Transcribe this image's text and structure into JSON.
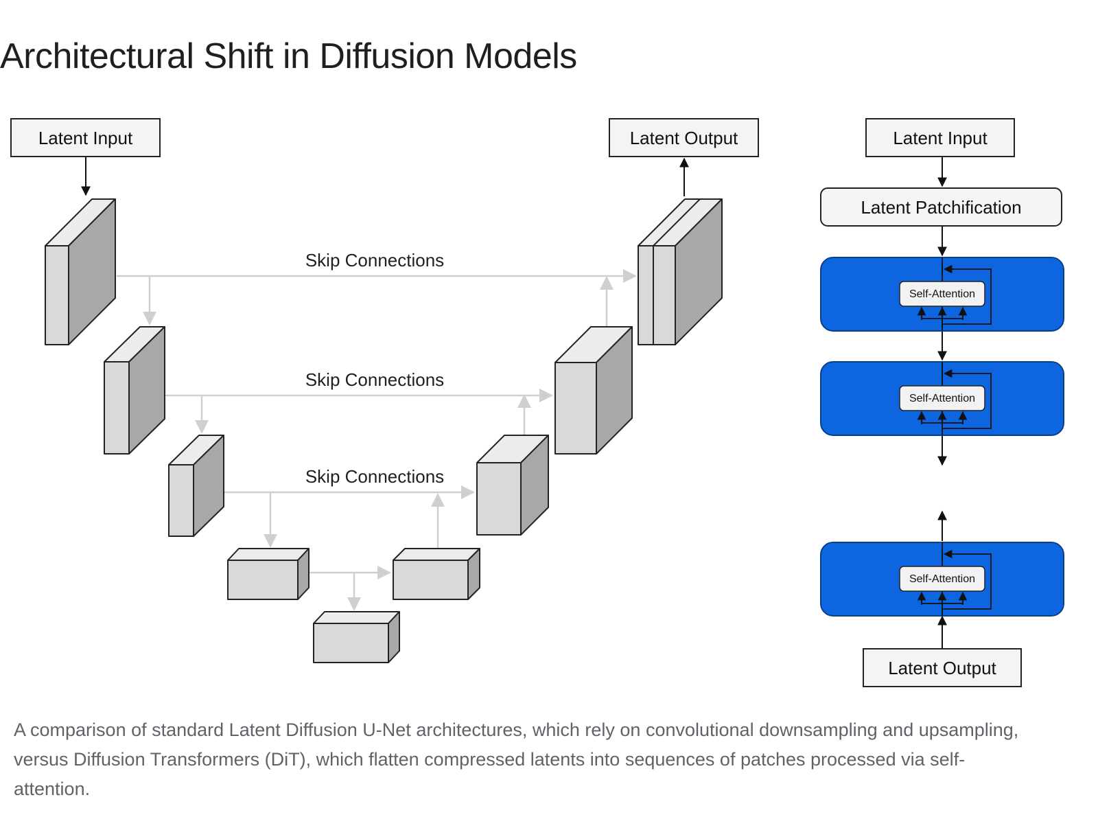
{
  "title": "Architectural Shift in Diffusion Models",
  "unet": {
    "input_label": "Latent Input",
    "output_label": "Latent Output",
    "skip_labels": [
      "Skip Connections",
      "Skip Connections",
      "Skip Connections"
    ]
  },
  "dit": {
    "input_label": "Latent Input",
    "patchify_label": "Latent Patchification",
    "blocks": [
      {
        "label": "Self-Attention"
      },
      {
        "label": "Self-Attention"
      },
      {
        "label": "Self-Attention"
      }
    ],
    "output_label": "Latent Output"
  },
  "colors": {
    "block_blue": "#0d66e0",
    "cube_front": "#d9d9d9",
    "cube_side": "#a8a8a8",
    "cube_top": "#ececec",
    "skip_line": "#cfcfcf"
  },
  "caption": "A comparison of standard Latent Diffusion U-Net architectures, which rely on convolutional downsampling and upsampling, versus Diffusion Transformers (DiT), which flatten compressed latents into sequences of patches processed via self-attention."
}
